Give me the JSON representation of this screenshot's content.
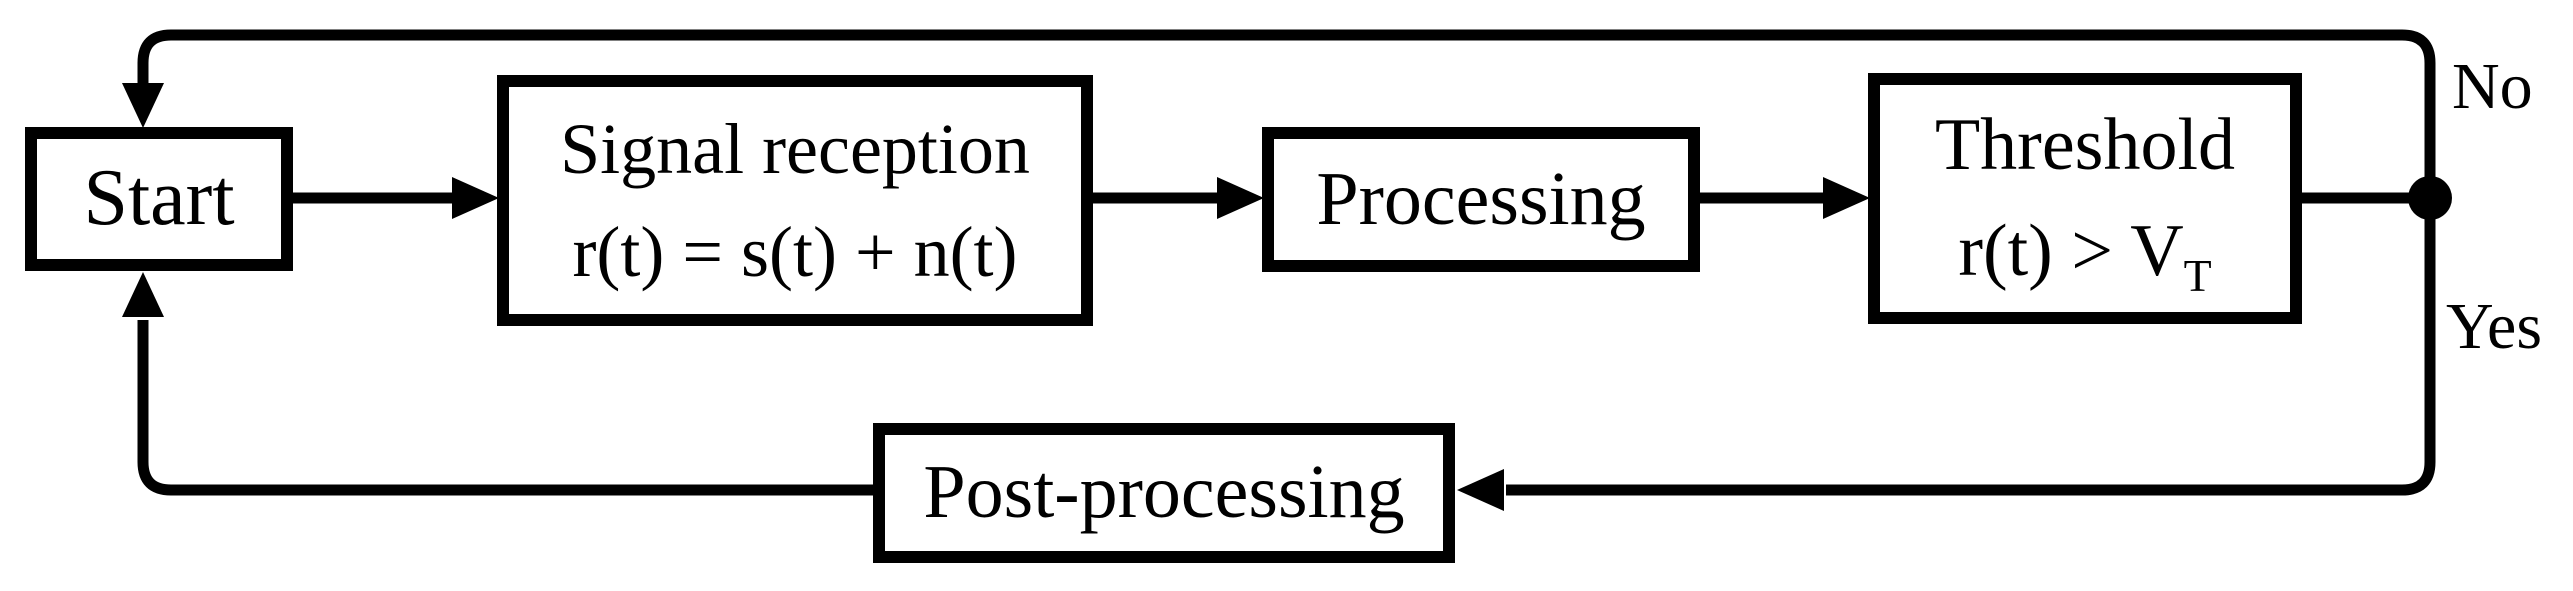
{
  "diagram": {
    "colors": {
      "background": "#ffffff",
      "stroke": "#000000",
      "text": "#000000"
    },
    "nodes": {
      "start": {
        "label": "Start"
      },
      "signal_reception": {
        "line1": "Signal reception",
        "line2": "r(t) = s(t) + n(t)"
      },
      "processing": {
        "label": "Processing"
      },
      "threshold": {
        "line1": "Threshold",
        "line2_base": "r(t) > V",
        "line2_subscript": "T"
      },
      "post_processing": {
        "label": "Post-processing"
      }
    },
    "edge_labels": {
      "no": "No",
      "yes": "Yes"
    }
  }
}
